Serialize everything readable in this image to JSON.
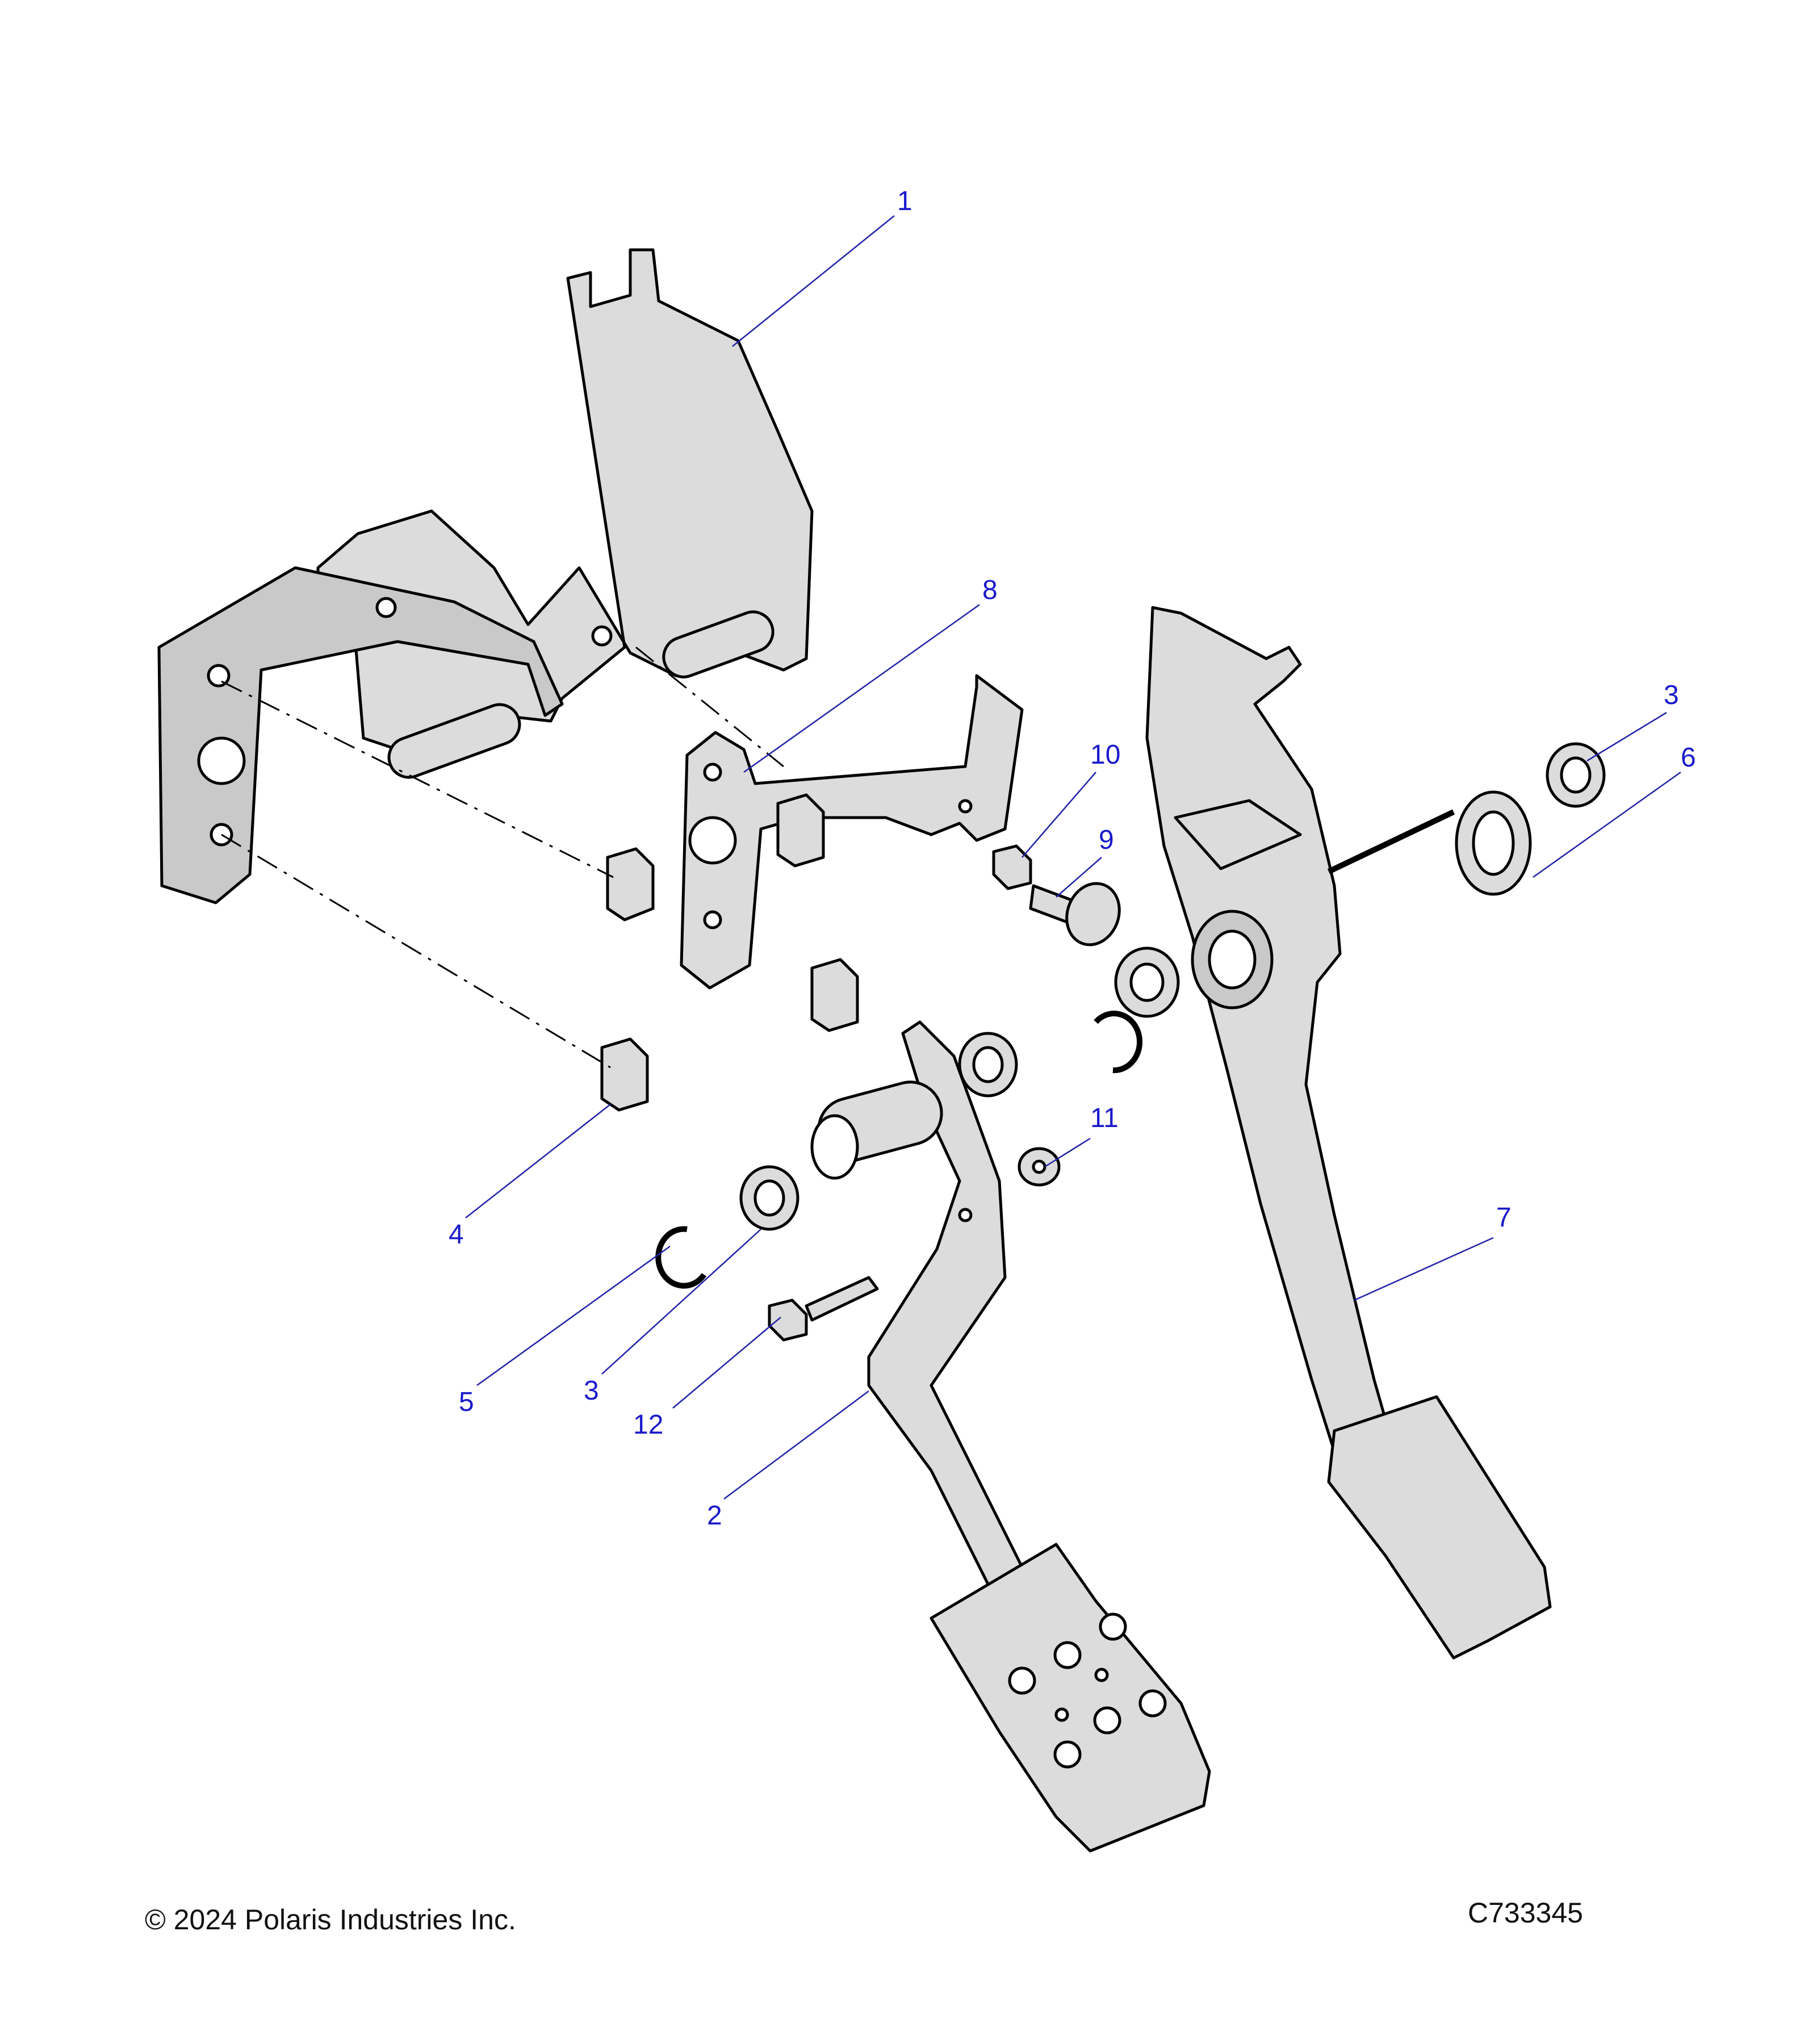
{
  "callouts": {
    "c1": "1",
    "c2": "2",
    "c3a": "3",
    "c3b": "3",
    "c4": "4",
    "c5": "5",
    "c6": "6",
    "c7": "7",
    "c8": "8",
    "c9": "9",
    "c10": "10",
    "c11": "11",
    "c12": "12"
  },
  "footer": {
    "copyright": "© 2024 Polaris Industries Inc.",
    "figure_id": "C733345"
  },
  "colors": {
    "callout": "#1a1acc",
    "leader": "#2222aa",
    "part_fill": "#dcdcdc"
  }
}
